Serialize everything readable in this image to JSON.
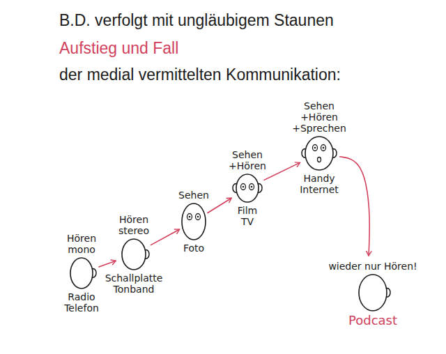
{
  "diagram": {
    "title": "B.D. verfolgt mit ungläubigem Staunen",
    "nodes": [
      {
        "text": [
          "Hören mono",
          "Radio Telefon"
        ]
      },
      {
        "text": [
          "Hören stereo",
          "Schallplatte Tonband"
        ]
      },
      {
        "text": [
          "Sehen",
          "Foto"
        ]
      },
      {
        "text": [
          "Sehen +Hören",
          "Film TV"
        ]
      },
      {
        "text": [
          "Sehen +Hören +Sprechen",
          "Handy Internet"
        ]
      },
      {
        "text": [
          "wieder nur Hören!",
          "Podcast"
        ]
      }
    ],
    "edges": [
      {
        "from": 0,
        "to": 1,
        "arrow": "to"
      },
      {
        "from": 1,
        "to": 2,
        "arrow": "to"
      },
      {
        "from": 2,
        "to": 3,
        "arrow": "to"
      },
      {
        "from": 3,
        "to": 4,
        "arrow": "to"
      },
      {
        "from": 4,
        "to": 5,
        "arrow": "to"
      }
    ],
    "labels": [
      "Aufstieg und Fall",
      "der medial vermittelten Kommunikation:"
    ]
  }
}
